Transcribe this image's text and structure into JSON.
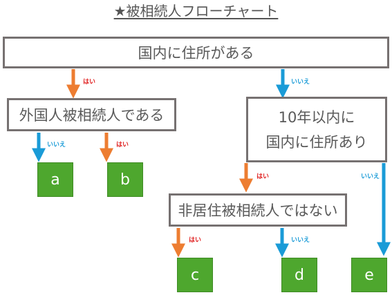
{
  "title": "★被相続人フローチャート",
  "colors": {
    "yes_arrow": "#ed7d31",
    "no_arrow": "#1a9bd7",
    "yes_label": "#e02020",
    "no_label": "#1a9bd7",
    "leaf_fill": "#4ea72e",
    "box_border": "#767171"
  },
  "nodes": {
    "q1": "国内に住所がある",
    "q2": "外国人被相続人である",
    "q3_line1": "10年以内に",
    "q3_line2": "国内に住所あり",
    "q4": "非居住被相続人ではない"
  },
  "results": {
    "a": "a",
    "b": "b",
    "c": "c",
    "d": "d",
    "e": "e"
  },
  "labels": {
    "yes": "はい",
    "no": "いいえ"
  }
}
